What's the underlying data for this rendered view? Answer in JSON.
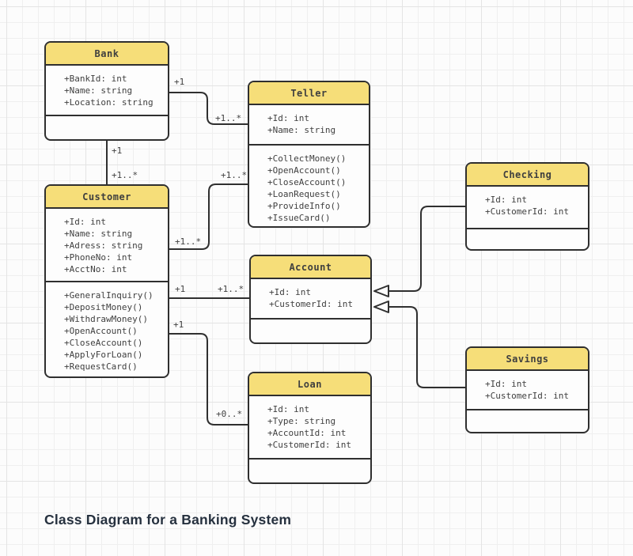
{
  "diagram": {
    "title": "Class Diagram for a Banking System",
    "type": "uml-class-diagram",
    "colors": {
      "class_header_fill": "#F6DE79",
      "class_body_fill": "#FDFDFD",
      "border": "#2F2F2F",
      "text": "#3F3F3F",
      "title_text": "#26313F",
      "canvas": "#FCFCFC",
      "grid_line": "#EFEFEF"
    }
  },
  "classes": [
    {
      "name": "Bank",
      "attributes": [
        "+BankId: int",
        "+Name: string",
        "+Location: string"
      ],
      "methods": []
    },
    {
      "name": "Teller",
      "attributes": [
        "+Id: int",
        "+Name: string"
      ],
      "methods": [
        "+CollectMoney()",
        "+OpenAccount()",
        "+CloseAccount()",
        "+LoanRequest()",
        "+ProvideInfo()",
        "+IssueCard()"
      ]
    },
    {
      "name": "Customer",
      "attributes": [
        "+Id: int",
        "+Name: string",
        "+Adress: string",
        "+PhoneNo: int",
        "+AcctNo: int"
      ],
      "methods": [
        "+GeneralInquiry()",
        "+DepositMoney()",
        "+WithdrawMoney()",
        "+OpenAccount()",
        "+CloseAccount()",
        "+ApplyForLoan()",
        "+RequestCard()"
      ]
    },
    {
      "name": "Account",
      "attributes": [
        "+Id: int",
        "+CustomerId: int"
      ],
      "methods": []
    },
    {
      "name": "Checking",
      "attributes": [
        "+Id: int",
        "+CustomerId: int"
      ],
      "methods": []
    },
    {
      "name": "Savings",
      "attributes": [
        "+Id: int",
        "+CustomerId: int"
      ],
      "methods": []
    },
    {
      "name": "Loan",
      "attributes": [
        "+Id: int",
        "+Type: string",
        "+AccountId: int",
        "+CustomerId: int"
      ],
      "methods": []
    }
  ],
  "relationships": [
    {
      "from": "Bank",
      "to": "Teller",
      "type": "association",
      "from_label": "+1",
      "to_label": "+1..*"
    },
    {
      "from": "Bank",
      "to": "Customer",
      "type": "association",
      "from_label": "+1",
      "to_label": "+1..*"
    },
    {
      "from": "Customer",
      "to": "Teller",
      "type": "association",
      "from_label": "+1..*",
      "to_label": "+1..*"
    },
    {
      "from": "Customer",
      "to": "Account",
      "type": "association",
      "from_label": "+1",
      "to_label": "+1..*"
    },
    {
      "from": "Customer",
      "to": "Loan",
      "type": "association",
      "from_label": "+1",
      "to_label": "+0..*"
    },
    {
      "from": "Checking",
      "to": "Account",
      "type": "generalization"
    },
    {
      "from": "Savings",
      "to": "Account",
      "type": "generalization"
    }
  ]
}
